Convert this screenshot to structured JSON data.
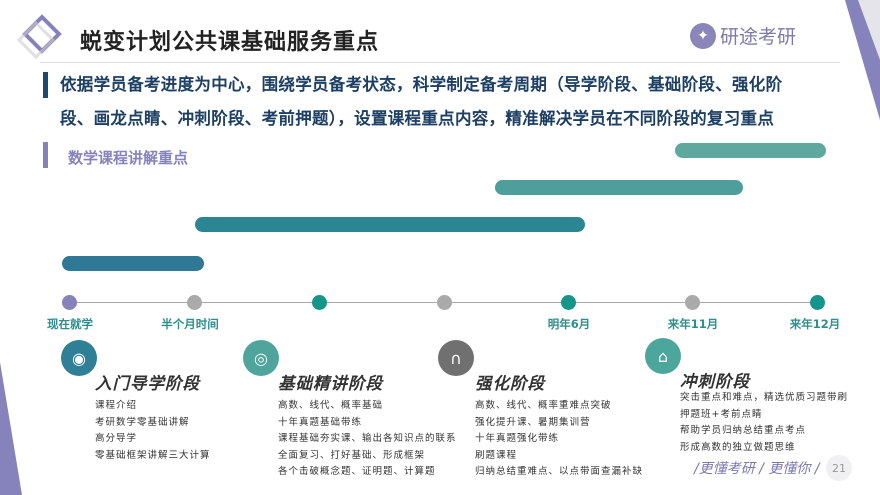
{
  "header": {
    "title": "蜕变计划公共课基础服务重点",
    "logo_text": "研途考研"
  },
  "intro": {
    "line1": "依据学员备考进度为中心，围绕学员备考状态，科学制定备考周期（导学阶段、基础阶段、强化阶",
    "line2": "段、画龙点睛、冲刺阶段、考前押题），设置课程重点内容，精准解决学员在不同阶段的复习重点"
  },
  "subtitle": "数学课程讲解重点",
  "timeline": {
    "labels": [
      "现在就学",
      "半个月时间",
      "明年6月",
      "来年11月",
      "来年12月"
    ]
  },
  "stages": [
    {
      "title": "入门导学阶段",
      "icon": "webcam-icon",
      "color": "#2f7f96",
      "items": [
        "课程介绍",
        "考研数学零基础讲解",
        "高分导学",
        "零基础框架讲解三大计算"
      ]
    },
    {
      "title": "基础精讲阶段",
      "icon": "disc-icon",
      "color": "#4fa59c",
      "items": [
        "高数、线代、概率基础",
        "十年真题基础带练",
        "课程基础夯实课、输出各知识点的联系",
        "全面复习、打好基础、形成框架",
        "各个击破概念题、证明题、计算题"
      ]
    },
    {
      "title": "强化阶段",
      "icon": "headphones-icon",
      "color": "#707070",
      "items": [
        "高数、线代、概率重难点突破",
        "强化提升课、暑期集训营",
        "十年真题强化带练",
        "刷题课程",
        "归纳总结重难点、以点带面查漏补缺"
      ]
    },
    {
      "title": "冲刺阶段",
      "icon": "router-icon",
      "color": "#4da69c",
      "items": [
        "突击重点和难点，精选优质习题带刷",
        "押题班+考前点睛",
        "帮助学员归纳总结重点考点",
        "形成高数的独立做题思维"
      ]
    }
  ],
  "footer": {
    "slogan": "/更懂考研 / 更懂你 /",
    "page": "21"
  }
}
